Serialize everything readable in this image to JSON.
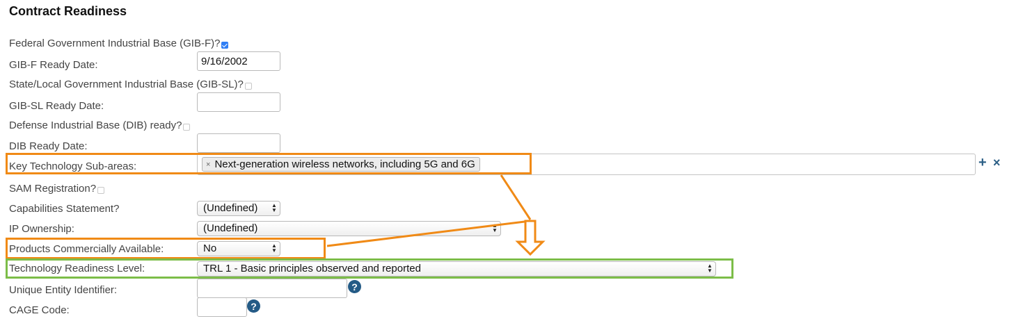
{
  "section": {
    "title": "Contract Readiness"
  },
  "fields": {
    "gib_f": {
      "label": "Federal Government Industrial Base (GIB-F)?",
      "checked": true
    },
    "gib_f_date": {
      "label": "GIB-F Ready Date:",
      "value": "9/16/2002"
    },
    "gib_sl": {
      "label": "State/Local Government Industrial Base (GIB-SL)?",
      "checked": false
    },
    "gib_sl_date": {
      "label": "GIB-SL Ready Date:",
      "value": ""
    },
    "dib": {
      "label": "Defense Industrial Base (DIB) ready?",
      "checked": false
    },
    "dib_date": {
      "label": "DIB Ready Date:",
      "value": ""
    },
    "key_tech": {
      "label": "Key Technology Sub-areas:",
      "tags": [
        "Next-generation wireless networks, including 5G and 6G"
      ],
      "remove_glyph": "×",
      "add_glyph": "+",
      "clear_glyph": "×"
    },
    "sam": {
      "label": "SAM Registration?",
      "checked": false
    },
    "capabilities": {
      "label": "Capabilities Statement?",
      "selected": "(Undefined)"
    },
    "ip": {
      "label": "IP Ownership:",
      "selected": "(Undefined)"
    },
    "products": {
      "label": "Products Commercially Available:",
      "selected": "No"
    },
    "trl": {
      "label": "Technology Readiness Level:",
      "selected": "TRL 1 - Basic principles observed and reported"
    },
    "uei": {
      "label": "Unique Entity Identifier:",
      "value": "",
      "help_glyph": "?"
    },
    "cage": {
      "label": "CAGE Code:",
      "value": "",
      "help_glyph": "?"
    }
  },
  "colors": {
    "highlight_orange": "#f08a16",
    "highlight_green": "#7cbd48",
    "checkbox_checked": "#2f7ef5",
    "help_icon": "#245b86"
  }
}
